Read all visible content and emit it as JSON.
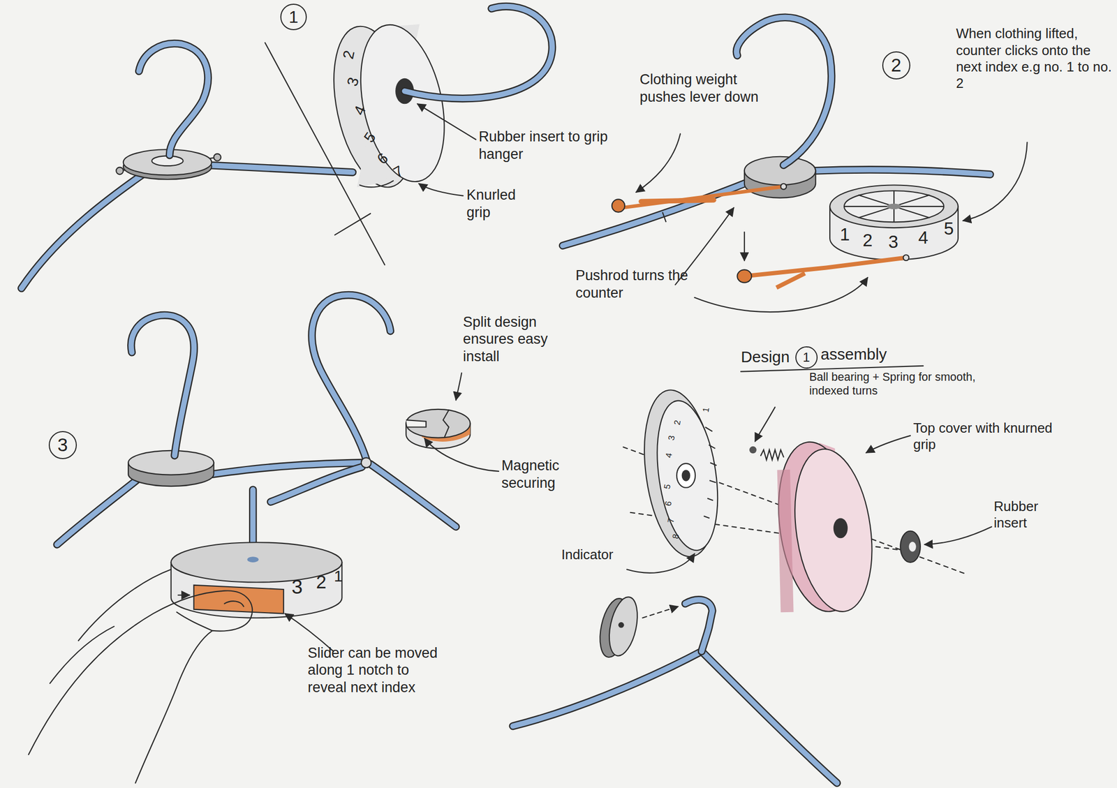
{
  "diagram": {
    "nodes": [
      {
        "text": [
          "1"
        ]
      },
      {
        "text": [
          "2"
        ]
      },
      {
        "text": [
          "3"
        ]
      },
      {
        "text": [
          "1"
        ]
      }
    ],
    "edges": [],
    "labels": [
      "Rubber insert to grip hanger",
      "Knurled grip",
      "2",
      "3",
      "4",
      "5",
      "6",
      "7",
      "Clothing weight pushes lever down",
      "When clothing lifted, counter clicks onto the next index e.g no. 1 to no. 2",
      "Pushrod turns the counter",
      "1",
      "2",
      "3",
      "4",
      "5",
      "Split design ensures easy install",
      "Magnetic securing",
      "Slider can be moved along 1 notch to reveal next index",
      "3",
      "2",
      "1",
      "Design",
      "assembly",
      "Ball bearing + Spring for smooth, indexed turns",
      "Top cover with knurned grip",
      "Rubber insert",
      "Indicator",
      "1",
      "2",
      "3",
      "4",
      "5",
      "6",
      "7",
      "8"
    ]
  }
}
